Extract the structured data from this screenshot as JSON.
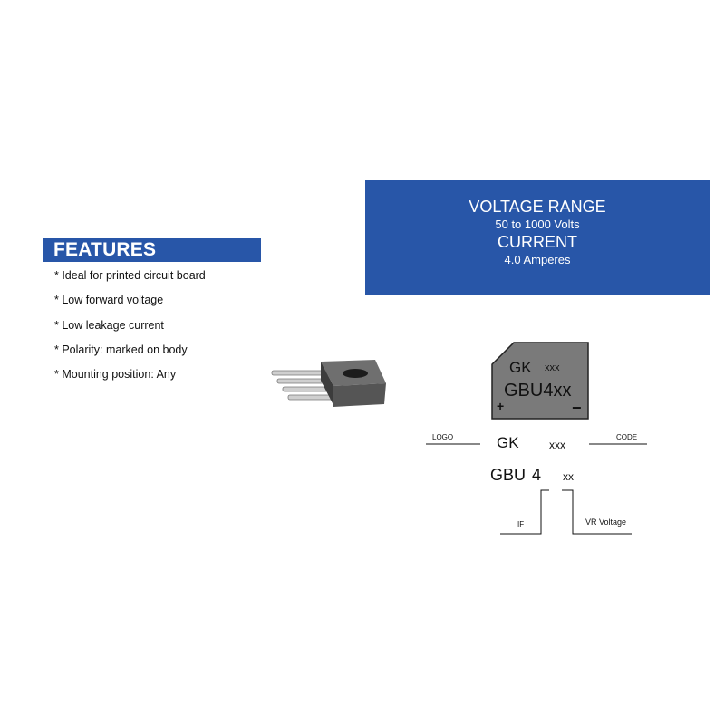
{
  "features": {
    "heading": "FEATURES",
    "items": [
      "* Ideal for printed circuit board",
      "* Low forward voltage",
      "* Low leakage current",
      "* Polarity: marked on body",
      "* Mounting position: Any"
    ]
  },
  "specs": {
    "voltage_title": "VOLTAGE RANGE",
    "voltage_value": "50 to 1000 Volts",
    "current_title": "CURRENT",
    "current_value": "4.0 Amperes"
  },
  "package_marking": {
    "brand": "GK",
    "code": "xxx",
    "part": "GBU4xx",
    "plus": "+",
    "minus": "−"
  },
  "legend": {
    "logo_label": "LOGO",
    "brand": "GK",
    "code": "xxx",
    "code_label": "CODE",
    "part_prefix": "GBU",
    "part_current": "4",
    "part_voltage": "xx",
    "if_label": "IF",
    "vr_label": "VR Voltage"
  },
  "colors": {
    "accent": "#2856a8",
    "package_body": "#7a7a7a"
  }
}
